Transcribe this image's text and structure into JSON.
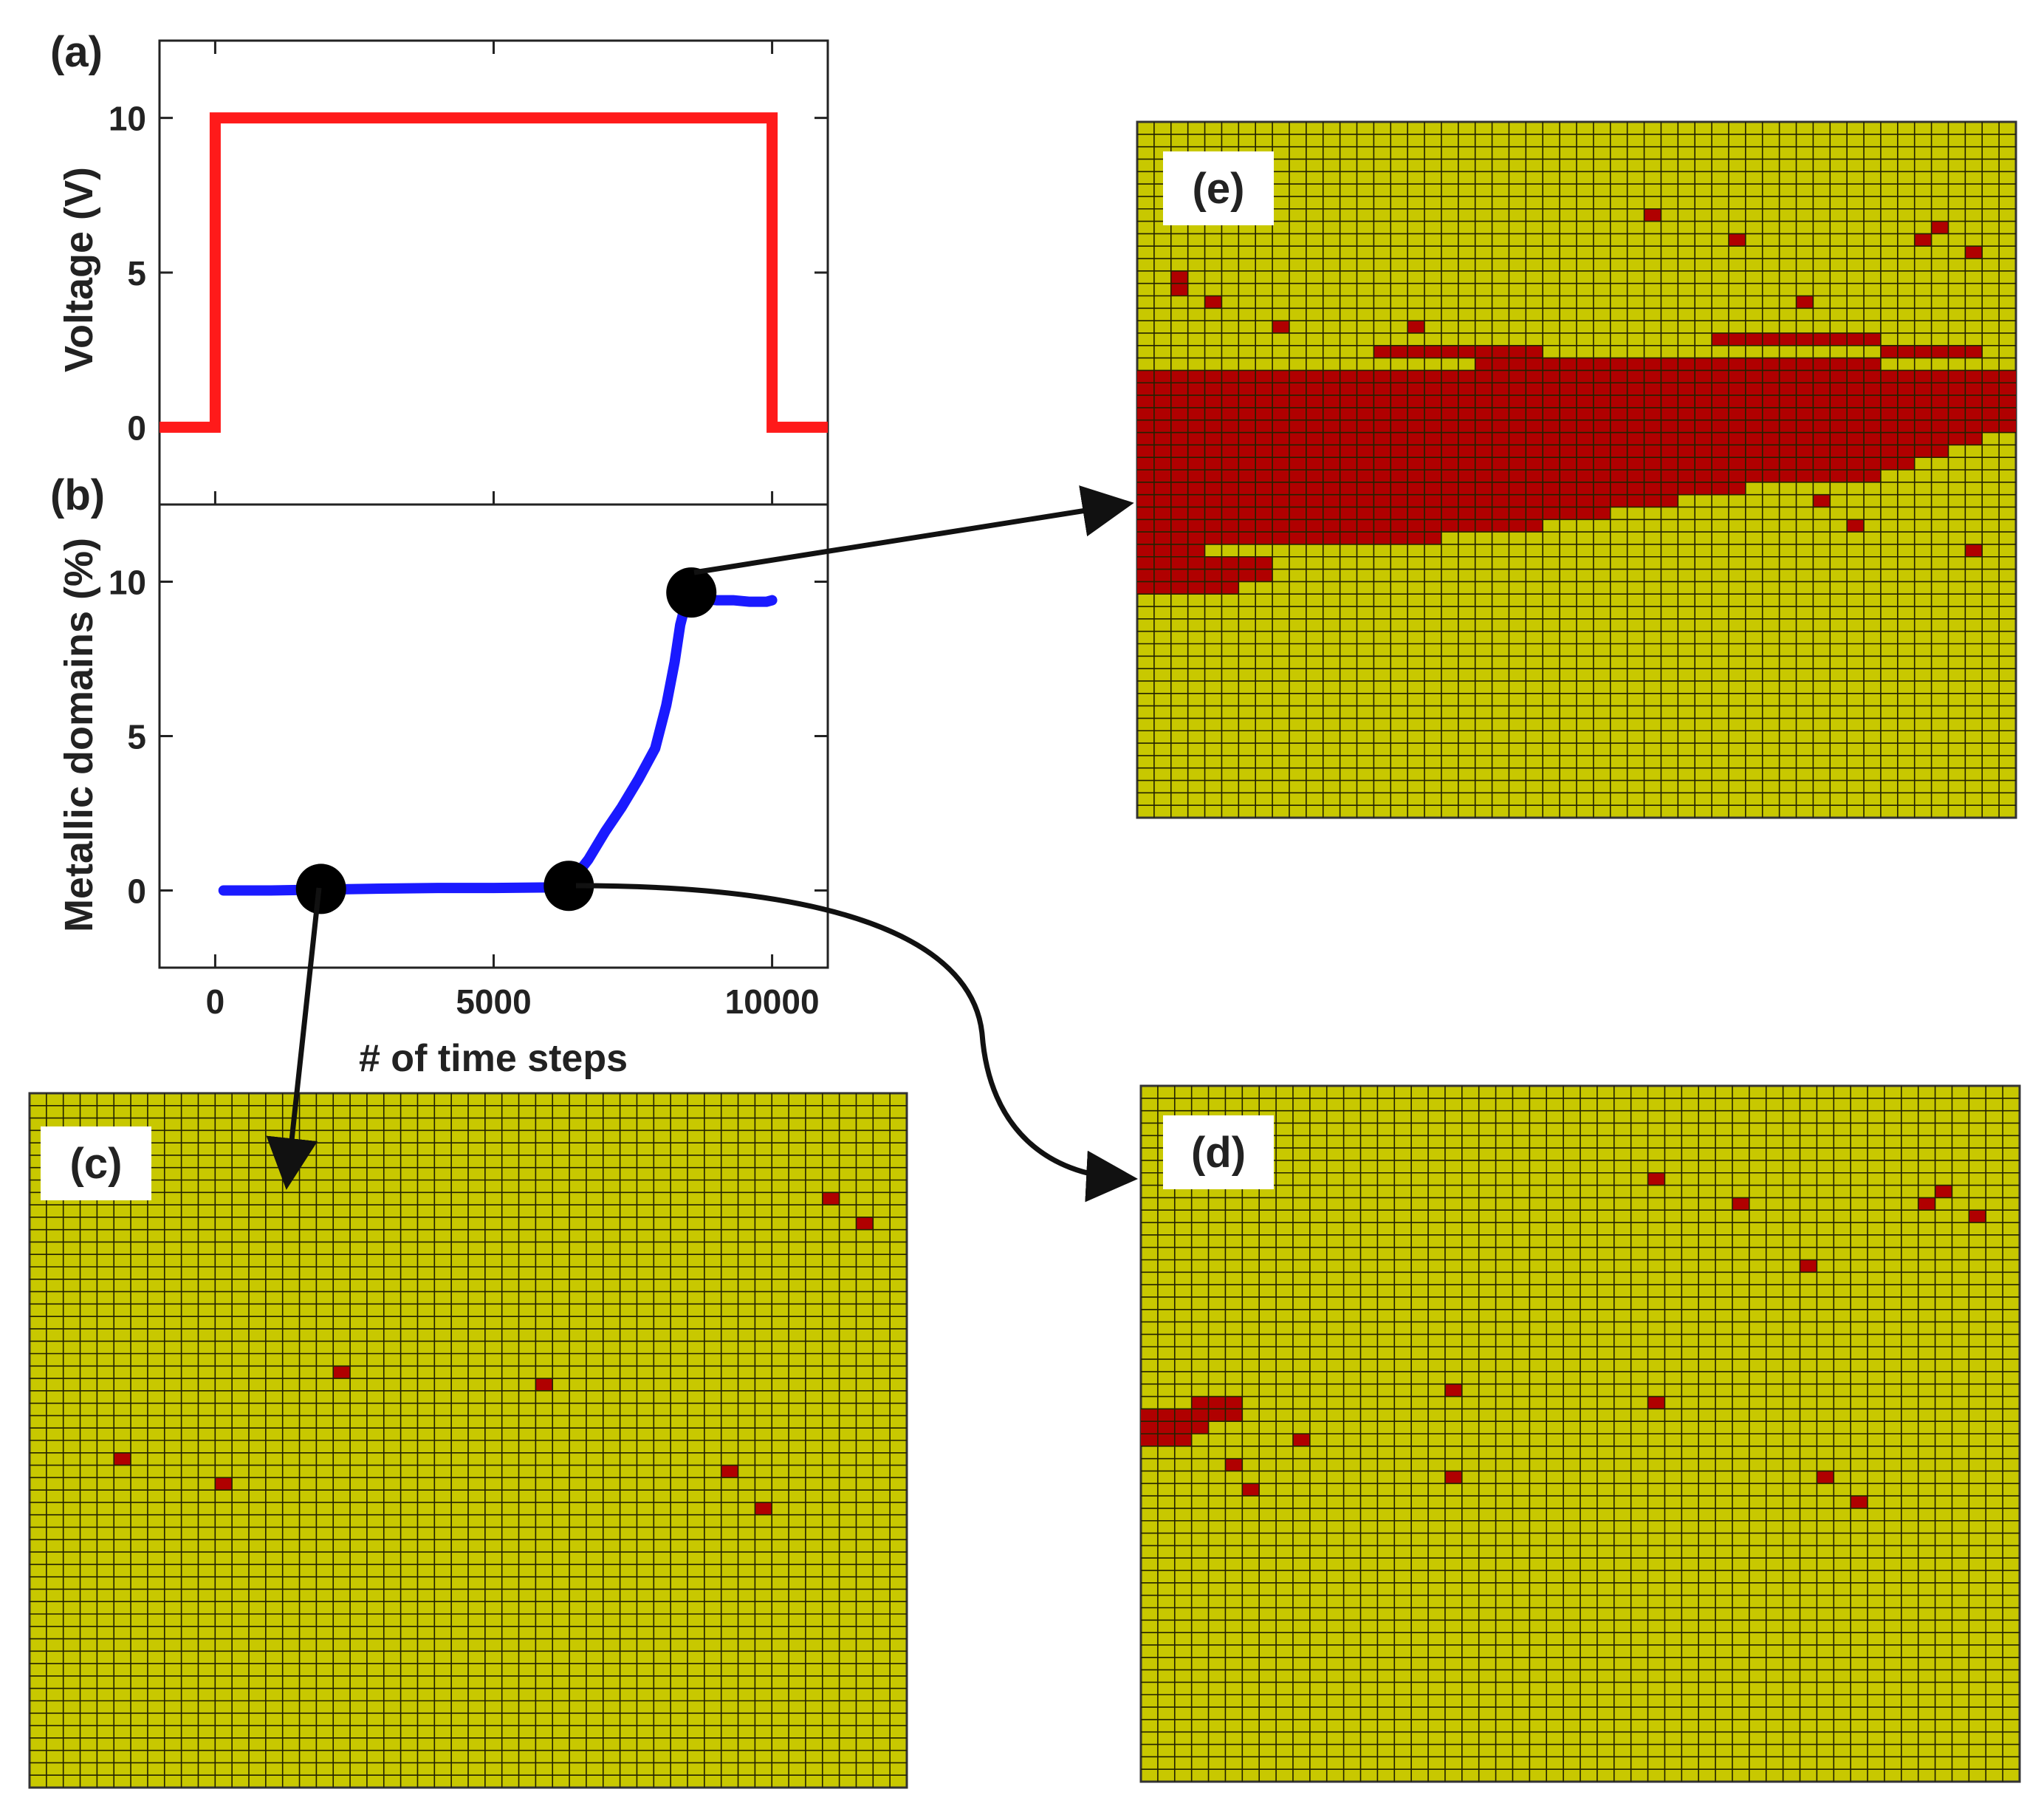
{
  "chart_data": [
    {
      "panel_label": "(a)",
      "type": "line",
      "title": "",
      "xlabel": "",
      "ylabel": "Voltage (V)",
      "xlim": [
        -1000,
        11000
      ],
      "ylim": [
        -2.5,
        12.5
      ],
      "yticks": [
        0,
        5,
        10
      ],
      "tick_labels_y": [
        "0",
        "5",
        "10"
      ],
      "grid": false,
      "series": [
        {
          "color": "#ff1a1a",
          "x": [
            -1000,
            0,
            0,
            10000,
            10000,
            11000
          ],
          "y": [
            0,
            0,
            10,
            10,
            0,
            0
          ]
        }
      ]
    },
    {
      "panel_label": "(b)",
      "type": "line",
      "title": "",
      "xlabel": "# of time steps",
      "ylabel": "Metallic domains (%)",
      "xlim": [
        -1000,
        11000
      ],
      "ylim": [
        -2.5,
        12.5
      ],
      "xticks": [
        0,
        5000,
        10000
      ],
      "tick_labels_x": [
        "0",
        "5000",
        "10000"
      ],
      "yticks": [
        0,
        5,
        10
      ],
      "tick_labels_y": [
        "0",
        "5",
        "10"
      ],
      "grid": false,
      "series": [
        {
          "color": "#1a1aff",
          "x": [
            150,
            1000,
            2000,
            3000,
            4000,
            5000,
            6000,
            6400,
            6700,
            7000,
            7300,
            7600,
            7900,
            8100,
            8250,
            8350,
            8450,
            8550,
            8700,
            9000,
            9300,
            9600,
            9900,
            10000
          ],
          "y": [
            0,
            0,
            0.03,
            0.06,
            0.08,
            0.08,
            0.1,
            0.3,
            1.0,
            1.9,
            2.7,
            3.6,
            4.6,
            6.0,
            7.4,
            8.6,
            9.3,
            9.5,
            9.45,
            9.4,
            9.4,
            9.35,
            9.35,
            9.4
          ]
        }
      ],
      "markers": [
        {
          "x": 1900,
          "y": 0.05
        },
        {
          "x": 6350,
          "y": 0.15
        },
        {
          "x": 8550,
          "y": 9.65
        }
      ]
    }
  ],
  "snapshots": {
    "cell_color": "#c8c800",
    "metal_color": "#b00000",
    "line_color": "#222200",
    "cols": 52,
    "rows": 56,
    "panels": [
      {
        "label": "(c)",
        "metal_cells": [
          [
            47,
            8
          ],
          [
            49,
            10
          ],
          [
            18,
            22
          ],
          [
            30,
            23
          ],
          [
            5,
            29
          ],
          [
            11,
            31
          ],
          [
            41,
            30
          ],
          [
            43,
            33
          ]
        ],
        "metal_runs": []
      },
      {
        "label": "(d)",
        "metal_cells": [
          [
            30,
            7
          ],
          [
            35,
            9
          ],
          [
            46,
            9
          ],
          [
            47,
            8
          ],
          [
            49,
            10
          ],
          [
            39,
            14
          ],
          [
            18,
            24
          ],
          [
            30,
            25
          ],
          [
            9,
            28
          ],
          [
            5,
            30
          ],
          [
            18,
            31
          ],
          [
            6,
            32
          ],
          [
            40,
            31
          ],
          [
            42,
            33
          ],
          [
            0,
            26
          ],
          [
            1,
            26
          ],
          [
            2,
            26
          ],
          [
            3,
            26
          ],
          [
            4,
            26
          ],
          [
            5,
            26
          ]
        ],
        "metal_runs": [
          [
            0,
            27,
            4
          ],
          [
            0,
            28,
            3
          ],
          [
            3,
            25,
            3
          ]
        ]
      },
      {
        "label": "(e)",
        "metal_cells": [
          [
            30,
            7
          ],
          [
            35,
            9
          ],
          [
            46,
            9
          ],
          [
            47,
            8
          ],
          [
            49,
            10
          ],
          [
            2,
            12
          ],
          [
            2,
            13
          ],
          [
            4,
            14
          ],
          [
            8,
            16
          ],
          [
            16,
            16
          ],
          [
            39,
            14
          ],
          [
            20,
            22
          ],
          [
            40,
            30
          ],
          [
            2,
            36
          ],
          [
            42,
            32
          ],
          [
            49,
            34
          ],
          [
            18,
            28
          ],
          [
            30,
            25
          ],
          [
            5,
            30
          ]
        ],
        "metal_runs": [
          [
            0,
            20,
            52
          ],
          [
            0,
            21,
            52
          ],
          [
            0,
            22,
            52
          ],
          [
            0,
            23,
            52
          ],
          [
            0,
            24,
            52
          ],
          [
            0,
            25,
            50
          ],
          [
            0,
            26,
            48
          ],
          [
            0,
            27,
            46
          ],
          [
            0,
            28,
            44
          ],
          [
            0,
            29,
            36
          ],
          [
            0,
            30,
            32
          ],
          [
            0,
            31,
            28
          ],
          [
            0,
            32,
            24
          ],
          [
            0,
            33,
            18
          ],
          [
            0,
            34,
            4
          ],
          [
            0,
            35,
            8
          ],
          [
            0,
            36,
            8
          ],
          [
            0,
            37,
            6
          ],
          [
            20,
            19,
            24
          ],
          [
            14,
            18,
            10
          ],
          [
            34,
            17,
            10
          ],
          [
            44,
            18,
            6
          ]
        ]
      }
    ]
  }
}
